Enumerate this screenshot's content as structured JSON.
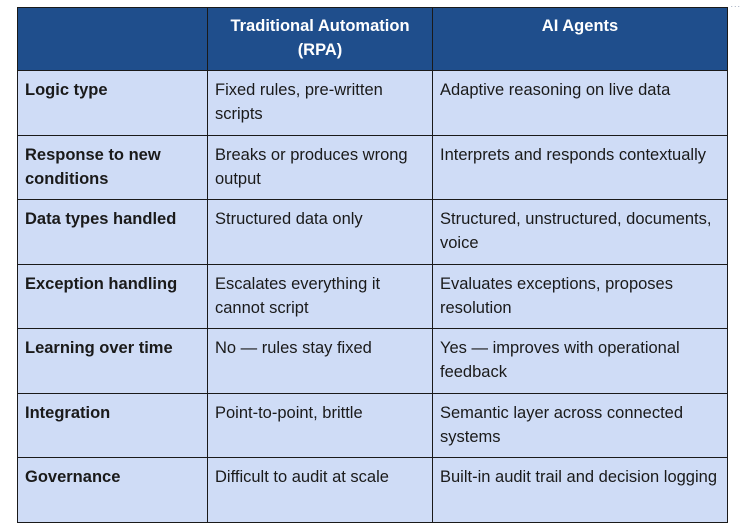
{
  "corner_mark": "...",
  "table": {
    "headers": [
      "",
      "Traditional Automation (RPA)",
      "AI Agents"
    ],
    "rows": [
      {
        "label": "Logic type",
        "rpa": "Fixed rules, pre-written scripts",
        "ai": "Adaptive reasoning on live data"
      },
      {
        "label": "Response to new conditions",
        "rpa": "Breaks or produces wrong output",
        "ai": "Interprets and responds contextually"
      },
      {
        "label": "Data types handled",
        "rpa": "Structured data only",
        "ai": "Structured, unstructured, documents, voice"
      },
      {
        "label": "Exception handling",
        "rpa": "Escalates everything it cannot script",
        "ai": "Evaluates exceptions, proposes resolution"
      },
      {
        "label": "Learning over time",
        "rpa": "No — rules stay fixed",
        "ai": "Yes — improves with operational feedback"
      },
      {
        "label": "Integration",
        "rpa": "Point-to-point, brittle",
        "ai": "Semantic layer across connected systems"
      },
      {
        "label": "Governance",
        "rpa": "Difficult to audit at scale",
        "ai": "Built-in audit trail and decision logging"
      }
    ]
  },
  "colors": {
    "header_bg": "#1f4e8c",
    "header_text": "#ffffff",
    "cell_bg": "#cfdcf6",
    "border": "#1a1a1a"
  }
}
